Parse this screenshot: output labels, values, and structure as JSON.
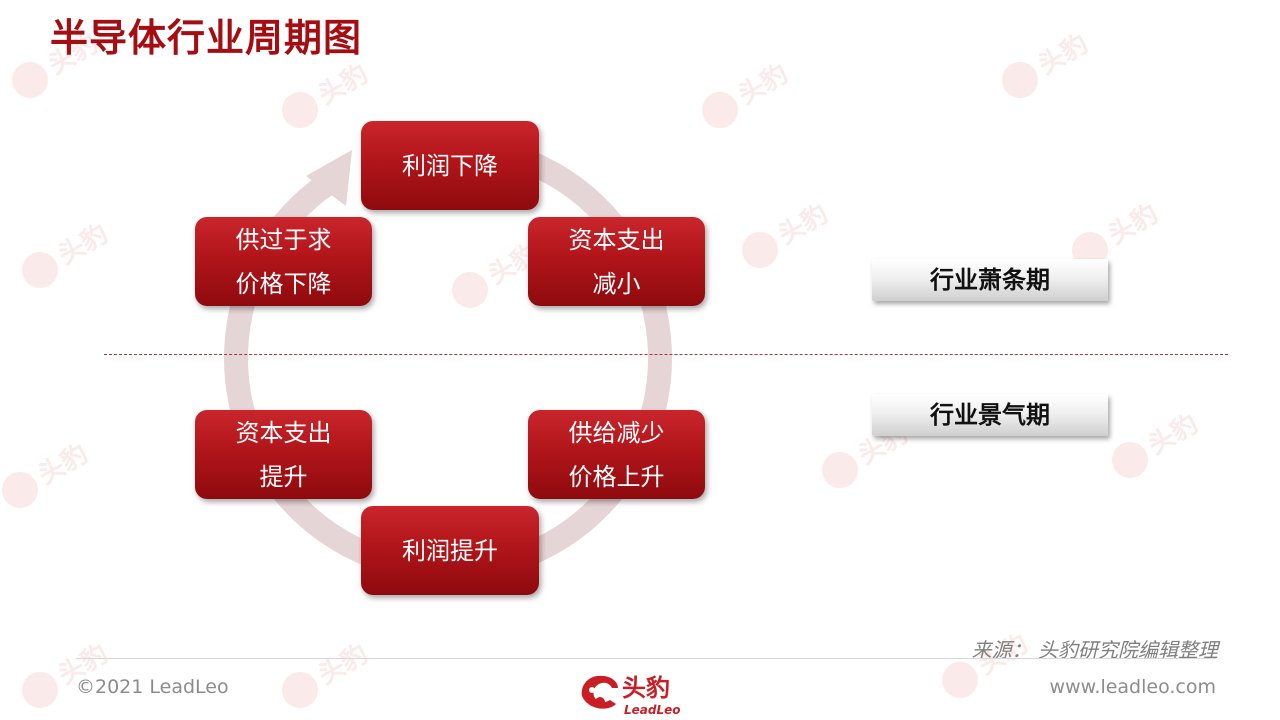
{
  "title": "半导体行业周期图",
  "nodes": {
    "top": "利润下降",
    "top_right_1": "资本支出",
    "top_right_2": "减小",
    "top_left_1": "供过于求",
    "top_left_2": "价格下降",
    "bottom_left_1": "资本支出",
    "bottom_left_2": "提升",
    "bottom_right_1": "供给减少",
    "bottom_right_2": "价格上升",
    "bottom": "利润提升"
  },
  "phases": {
    "downturn": "行业萧条期",
    "boom": "行业景气期"
  },
  "footer": {
    "source": "来源： 头豹研究院编辑整理",
    "copyright": "©2021 LeadLeo",
    "website": "www.leadleo.com",
    "logo_cn": "头豹",
    "logo_en": "LeadLeo"
  },
  "colors": {
    "accent": "#a50d12",
    "node": "#b1151a",
    "ring": "#e6d5d6",
    "divider": "#a33a3a"
  }
}
